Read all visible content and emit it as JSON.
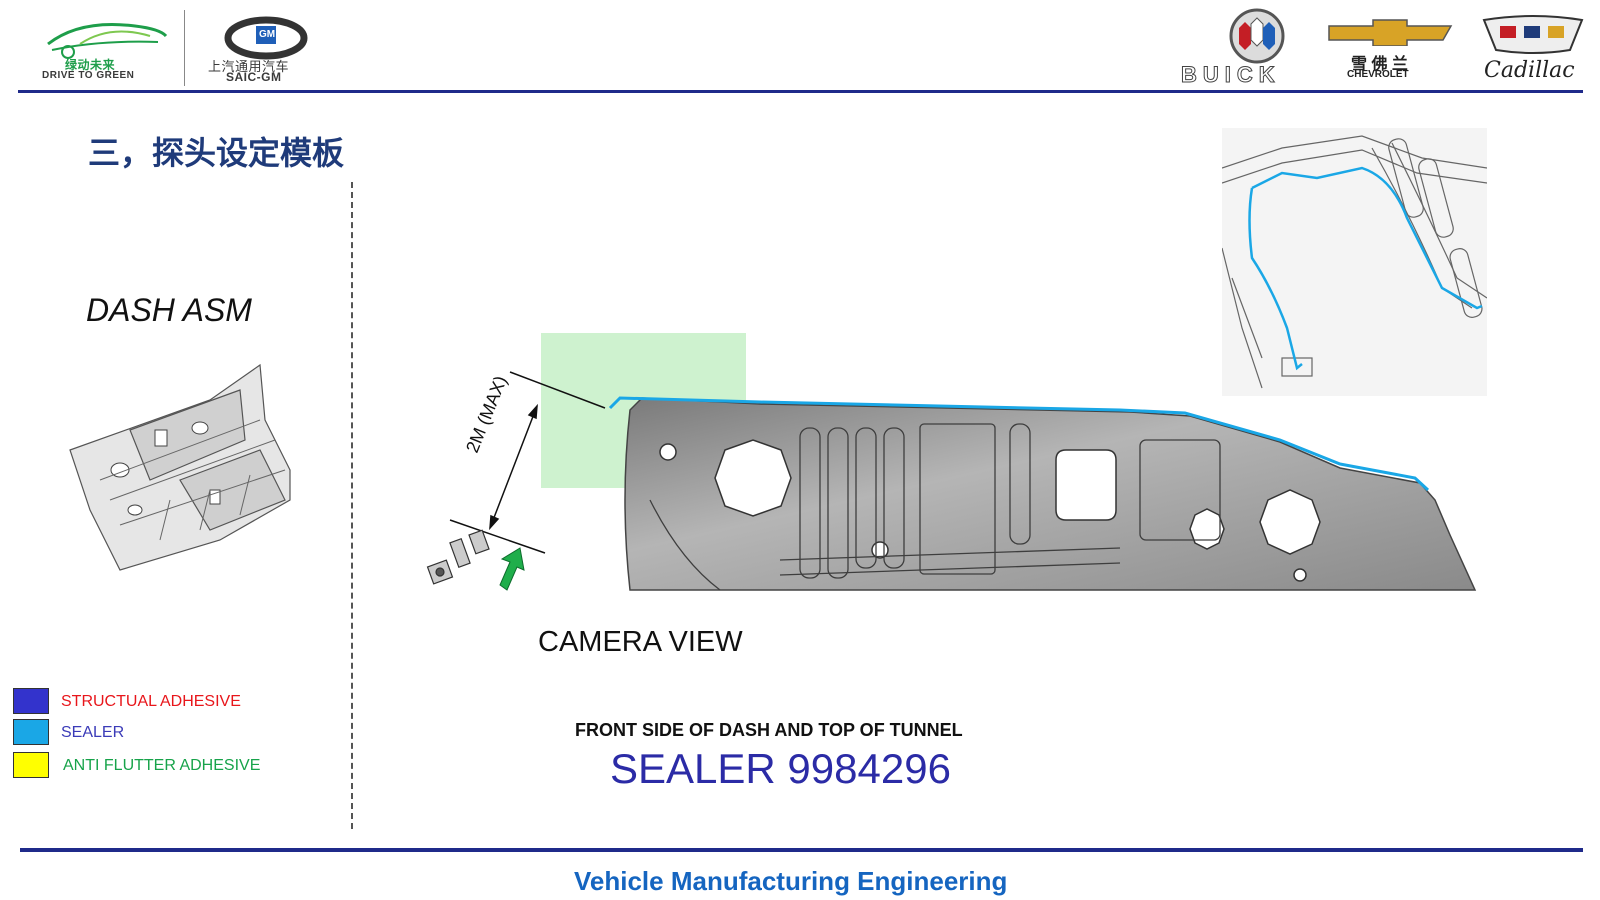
{
  "header": {
    "left_logo_text": "绿动未来",
    "left_logo_sub": "DRIVE TO GREEN",
    "saic_cn": "上汽通用汽车",
    "saic_en": "SAIC-GM",
    "gm_mark": "GM",
    "brands": {
      "buick": "BUICK",
      "chevrolet_cn": "雪 佛 兰",
      "chevrolet_en": "CHEVROLET",
      "cadillac": "Cadillac"
    }
  },
  "slide": {
    "title": "三，探头设定模板",
    "part_name": "DASH ASM",
    "camera_view": "CAMERA VIEW",
    "distance_label": "2M (MAX)",
    "caption": "FRONT SIDE OF DASH AND TOP OF TUNNEL",
    "sealer_code": "SEALER 9984296"
  },
  "legend": [
    {
      "label": "STRUCTUAL ADHESIVE",
      "swatch": "#3333cc",
      "text_color": "#e8161b"
    },
    {
      "label": "SEALER",
      "swatch": "#1aa7e6",
      "text_color": "#3b3bb8"
    },
    {
      "label": "ANTI FLUTTER ADHESIVE",
      "swatch": "#ffff00",
      "text_color": "#17a34a"
    }
  ],
  "footer": {
    "text": "Vehicle Manufacturing Engineering"
  },
  "colors": {
    "rule": "#1f2a8a",
    "sealer_line": "#1aa7e6",
    "camera_zone": "#bdeebf",
    "arrow": "#1fae4b"
  }
}
